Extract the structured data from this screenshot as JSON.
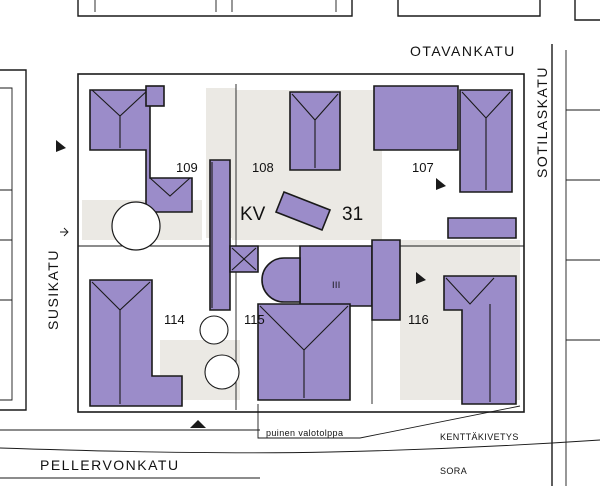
{
  "streets": {
    "north": "OTAVANKATU",
    "east": "SOTILASKATU",
    "west": "SUSIKATU",
    "south": "PELLERVONKATU"
  },
  "block": {
    "prefix": "KV",
    "number": "31"
  },
  "plots": [
    "109",
    "108",
    "107",
    "114",
    "115",
    "116"
  ],
  "annotations": {
    "lamp_post": "puinen valotolppa",
    "alley": "KENTTÄKIVETYS",
    "surface": "SORA",
    "building_mark": "III"
  },
  "colors": {
    "building": "#9b8cc9",
    "yard": "#ebe9e4",
    "outline": "#1a1a1a"
  }
}
